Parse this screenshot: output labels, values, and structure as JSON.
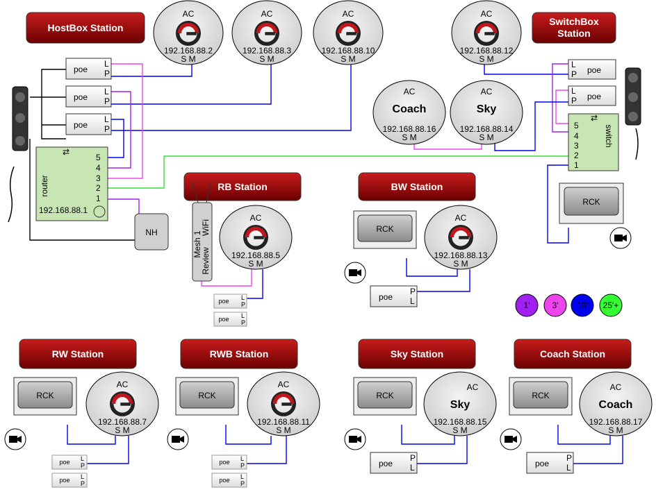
{
  "stations": {
    "hostbox": "HostBox Station",
    "switchbox_line1": "SwitchBox",
    "switchbox_line2": "Station",
    "rb": "RB Station",
    "bw": "BW Station",
    "rw": "RW Station",
    "rwb": "RWB Station",
    "sky": "Sky Station",
    "coach": "Coach Station"
  },
  "ac": {
    "label": "AC",
    "sm": "S M",
    "ip2": "192.168.88.2",
    "ip3": "192.168.88.3",
    "ip10": "192.168.88.10",
    "ip12": "192.168.88.12",
    "ip16": "192.168.88.16",
    "ip14": "192.168.88.14",
    "ip5": "192.168.88.5",
    "ip13": "192.168.88.13",
    "ip7": "192.168.88.7",
    "ip11": "192.168.88.11",
    "ip15": "192.168.88.15",
    "ip17": "192.168.88.17",
    "name_coach": "Coach",
    "name_sky": "Sky"
  },
  "router": {
    "label": "router",
    "ip": "192.168.88.1",
    "ports": [
      "5",
      "4",
      "3",
      "2",
      "1"
    ]
  },
  "switch": {
    "label": "switch",
    "ports": [
      "5",
      "4",
      "3",
      "2",
      "1"
    ]
  },
  "poe": {
    "label": "poe",
    "l": "L",
    "p": "P"
  },
  "nh": "NH",
  "rck": "RCK",
  "mesh": {
    "line1": "Mesh 1",
    "line2": "Review",
    "line3": "WiFi"
  },
  "legend": [
    {
      "label": "1'",
      "color": "#a020f0"
    },
    {
      "label": "3'",
      "color": "#ff33ff"
    },
    {
      "label": "10'",
      "color": "#0000ff"
    },
    {
      "label": "25'+",
      "color": "#33ff33"
    }
  ],
  "colors": {
    "station": "#8b0000",
    "cable_1": "#a020f0",
    "cable_3": "#ee44ee",
    "cable_10": "#0000ee",
    "cable_25": "#33dd33",
    "router": "#c8e6b4"
  }
}
